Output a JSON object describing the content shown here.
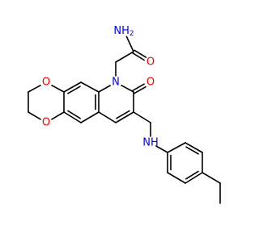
{
  "molecule": {
    "colors": {
      "bond": "#000000",
      "oxygen": "#ff0000",
      "nitrogen": "#0000ff",
      "background": "#ffffff"
    },
    "atoms": [
      {
        "id": "nh2",
        "text": "NH2",
        "element": "N"
      },
      {
        "id": "o_amide",
        "text": "O",
        "element": "O"
      },
      {
        "id": "n_ring",
        "text": "N",
        "element": "N"
      },
      {
        "id": "o_ketone",
        "text": "O",
        "element": "O"
      },
      {
        "id": "o_diox_top",
        "text": "O",
        "element": "O"
      },
      {
        "id": "o_diox_bot",
        "text": "O",
        "element": "O"
      },
      {
        "id": "nh_amine",
        "text": "NH",
        "element": "N"
      }
    ]
  }
}
